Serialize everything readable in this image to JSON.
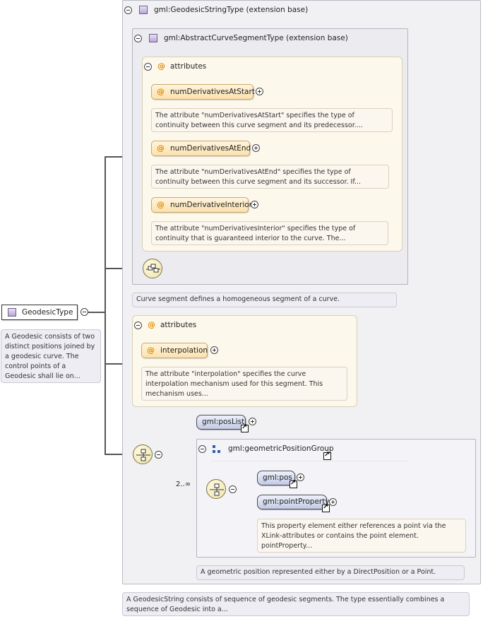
{
  "root": {
    "name": "GeodesicType",
    "doc": "A Geodesic consists of two distinct positions joined by a geodesic curve. The control points of a Geodesic shall lie on..."
  },
  "outer": {
    "title": "gml:GeodesicStringType (extension base)",
    "doc": "A GeodesicString consists of sequence of geodesic segments. The type essentially combines a sequence of Geodesic into a..."
  },
  "inner": {
    "title": "gml:AbstractCurveSegmentType (extension base)",
    "doc": "Curve segment defines a homogeneous segment of a curve."
  },
  "inner_attributes": {
    "title": "attributes",
    "items": [
      {
        "name": "numDerivativesAtStart",
        "doc": "The attribute \"numDerivativesAtStart\" specifies the type of continuity between this curve segment and its predecessor...."
      },
      {
        "name": "numDerivativesAtEnd",
        "doc": "The attribute \"numDerivativesAtEnd\" specifies the type of continuity between this curve segment and its successor. If..."
      },
      {
        "name": "numDerivativeInterior",
        "doc": "The attribute \"numDerivativesInterior\" specifies the type of continuity that is guaranteed interior to the curve. The..."
      }
    ]
  },
  "outer_attributes": {
    "title": "attributes",
    "items": [
      {
        "name": "interpolation",
        "doc": "The attribute \"interpolation\" specifies the curve interpolation mechanism used for this segment. This mechanism uses..."
      }
    ]
  },
  "choice": {
    "posList": "gml:posList",
    "occurs": "2..∞",
    "group": {
      "title": "gml:geometricPositionGroup",
      "doc": "A geometric position represented either by a DirectPosition or a Point.",
      "pos": "gml:pos",
      "pointProperty": "gml:pointProperty",
      "pointProperty_doc": "This property element either references a point via the XLink-attributes or contains the point element. pointProperty..."
    }
  },
  "icons": [
    "type-icon",
    "attribute-icon",
    "collapse-icon",
    "expand-icon",
    "reference-icon",
    "sequence-compositor-icon",
    "choice-compositor-icon",
    "group-icon"
  ]
}
